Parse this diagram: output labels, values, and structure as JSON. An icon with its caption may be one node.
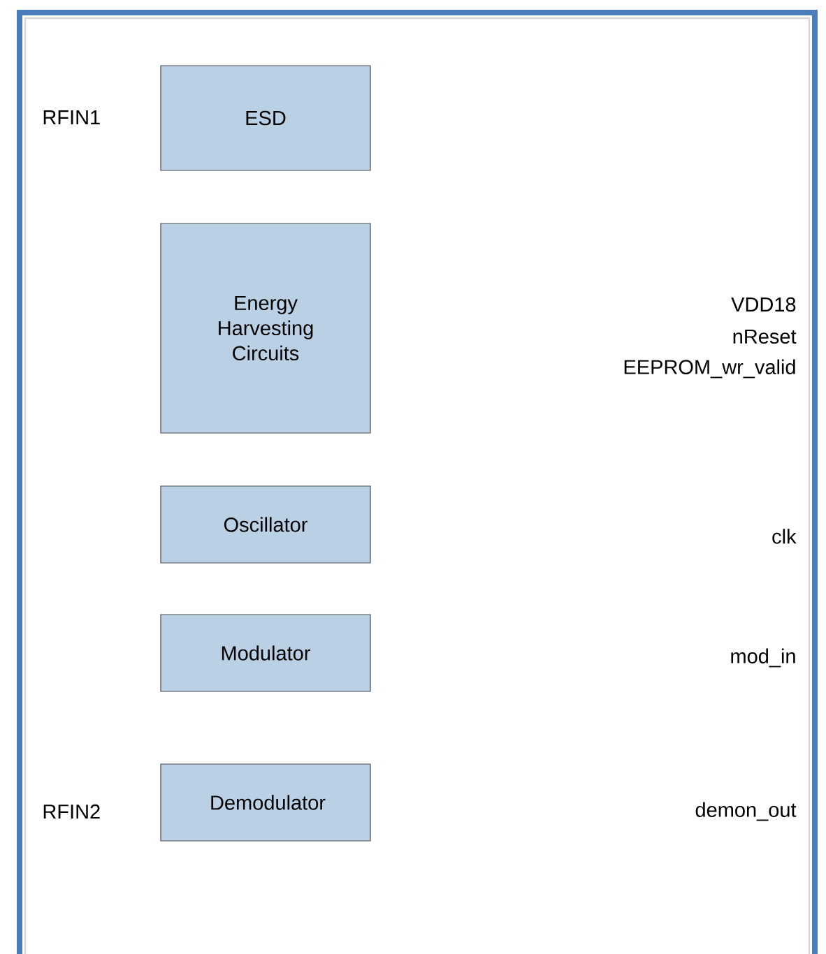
{
  "diagram": {
    "nodes": [
      {
        "text": [
          "ESD"
        ]
      },
      {
        "text": [
          "Energy Harvesting Circuits"
        ]
      },
      {
        "text": [
          "Oscillator"
        ]
      },
      {
        "text": [
          "Modulator"
        ]
      },
      {
        "text": [
          "Demodulator"
        ]
      }
    ],
    "labels": [
      "RFIN1",
      "VDD18",
      "nReset",
      "EEPROM_wr_valid",
      "clk",
      "mod_in",
      "RFIN2",
      "demon_out"
    ]
  }
}
